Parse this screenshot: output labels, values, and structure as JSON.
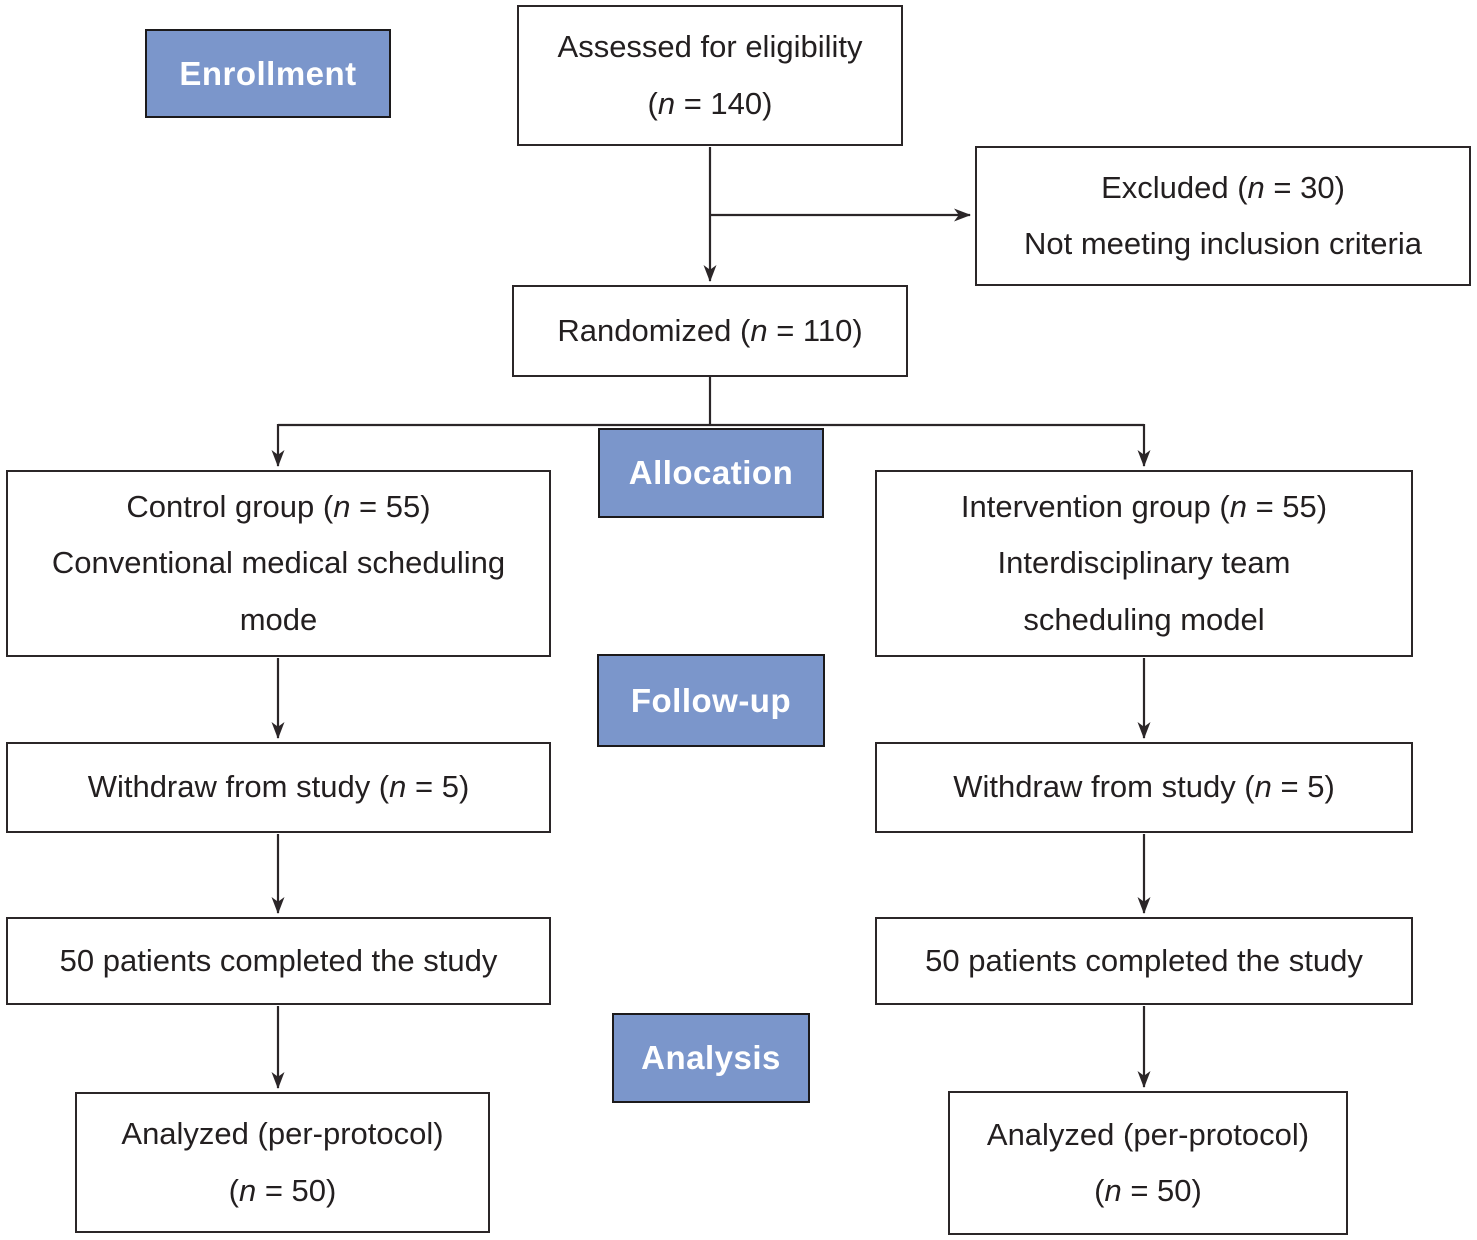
{
  "colors": {
    "stage_fill": "#7b96cb",
    "stage_text": "#ffffff",
    "box_border": "#2b2628",
    "line": "#2b2628",
    "text": "#231f20",
    "background": "#ffffff"
  },
  "stages": {
    "enrollment": "Enrollment",
    "allocation": "Allocation",
    "followup": "Follow-up",
    "analysis": "Analysis"
  },
  "boxes": {
    "assessed": {
      "line1": "Assessed for eligibility",
      "l2pre": "(",
      "n": "n",
      "l2post": " = 140)"
    },
    "excluded": {
      "l1pre": "Excluded (",
      "n": "n",
      "l1post": " = 30)",
      "line2": "Not meeting inclusion criteria"
    },
    "randomized": {
      "pre": "Randomized (",
      "n": "n",
      "post": " = 110)"
    },
    "control": {
      "l1pre": "Control group (",
      "n": "n",
      "l1post": " = 55)",
      "line2": "Conventional medical scheduling",
      "line3": "mode"
    },
    "intervention": {
      "l1pre": "Intervention group (",
      "n": "n",
      "l1post": " = 55)",
      "line2": "Interdisciplinary team",
      "line3": "scheduling model"
    },
    "withdraw_left": {
      "pre": "Withdraw from study (",
      "n": "n",
      "post": " = 5)"
    },
    "withdraw_right": {
      "pre": "Withdraw from study (",
      "n": "n",
      "post": " = 5)"
    },
    "completed_left": {
      "text": "50 patients completed the study"
    },
    "completed_right": {
      "text": "50 patients completed the study"
    },
    "analyzed_left": {
      "line1": "Analyzed (per-protocol)",
      "l2pre": "(",
      "n": "n",
      "l2post": " = 50)"
    },
    "analyzed_right": {
      "line1": "Analyzed (per-protocol)",
      "l2pre": "(",
      "n": "n",
      "l2post": " = 50)"
    }
  }
}
